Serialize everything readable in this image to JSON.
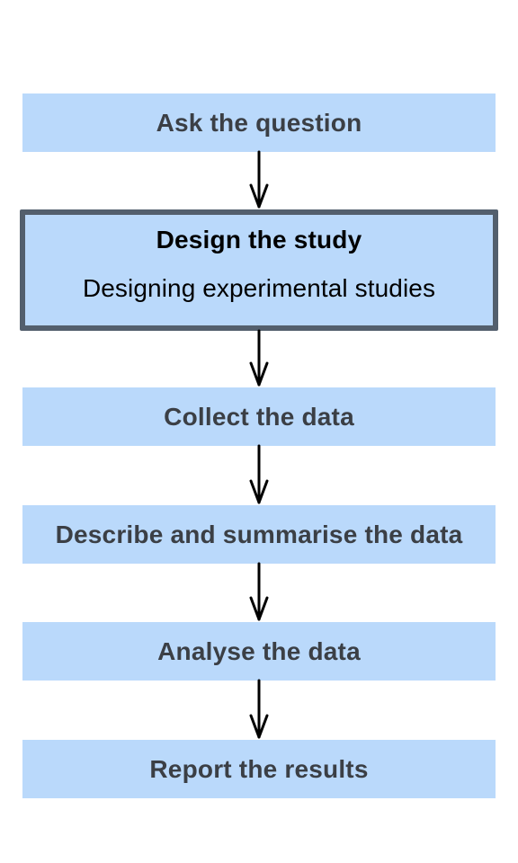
{
  "flow": {
    "steps": [
      {
        "label": "Ask the question"
      },
      {
        "label": "Design the study",
        "sublabel": "Designing experimental studies"
      },
      {
        "label": "Collect the data"
      },
      {
        "label": "Describe and summarise the data"
      },
      {
        "label": "Analyse the data"
      },
      {
        "label": "Report the results"
      }
    ],
    "current_step": 1
  },
  "colors": {
    "box_fill": "#bad9fb",
    "current_border": "#535f6d",
    "text": "#3b3f45",
    "arrow": "#000000"
  }
}
